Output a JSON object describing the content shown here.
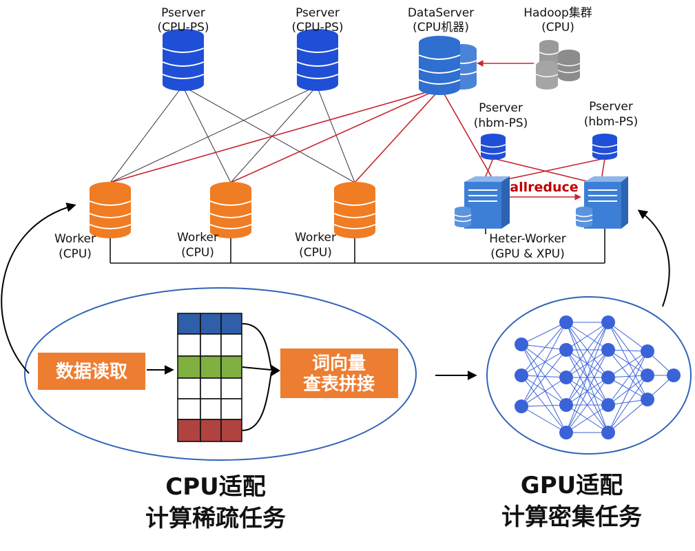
{
  "servers": {
    "pserver_1": {
      "name": "Pserver",
      "type": "(CPU-PS)"
    },
    "pserver_2": {
      "name": "Pserver",
      "type": "(CPU-PS)"
    },
    "dataserver": {
      "name": "DataServer",
      "type": "(CPU机器)"
    },
    "hadoop": {
      "name": "Hadoop集群",
      "type": "(CPU)"
    },
    "hbm_1": {
      "name": "Pserver",
      "type": "(hbm-PS)"
    },
    "hbm_2": {
      "name": "Pserver",
      "type": "(hbm-PS)"
    }
  },
  "workers": [
    {
      "name": "Worker",
      "type": "(CPU)"
    },
    {
      "name": "Worker",
      "type": "(CPU)"
    },
    {
      "name": "Worker",
      "type": "(CPU)"
    }
  ],
  "heter_worker": {
    "name": "Heter-Worker",
    "type": "(GPU & XPU)"
  },
  "allreduce_label": "allreduce",
  "cpu_pipeline": {
    "read_box": "数据读取",
    "lookup_line1": "词向量",
    "lookup_line2": "查表拼接"
  },
  "captions": {
    "cpu_line1": "CPU适配",
    "cpu_line2": "计算稀疏任务",
    "gpu_line1": "GPU适配",
    "gpu_line2": "计算密集任务"
  },
  "colors": {
    "cpu_ps_blue": "#1f4fd6",
    "dataserver_blue": "#2f6fcf",
    "hadoop_gray": "#9a9a9a",
    "worker_orange": "#f07c24",
    "heter_blue": "#3d7fd6",
    "red_link": "#c8232c",
    "box_orange": "#ed7d31",
    "embed_blue": "#2e5fa8",
    "embed_green": "#7fb040",
    "embed_red": "#b0433f",
    "nn_blue": "#3b63d8"
  }
}
